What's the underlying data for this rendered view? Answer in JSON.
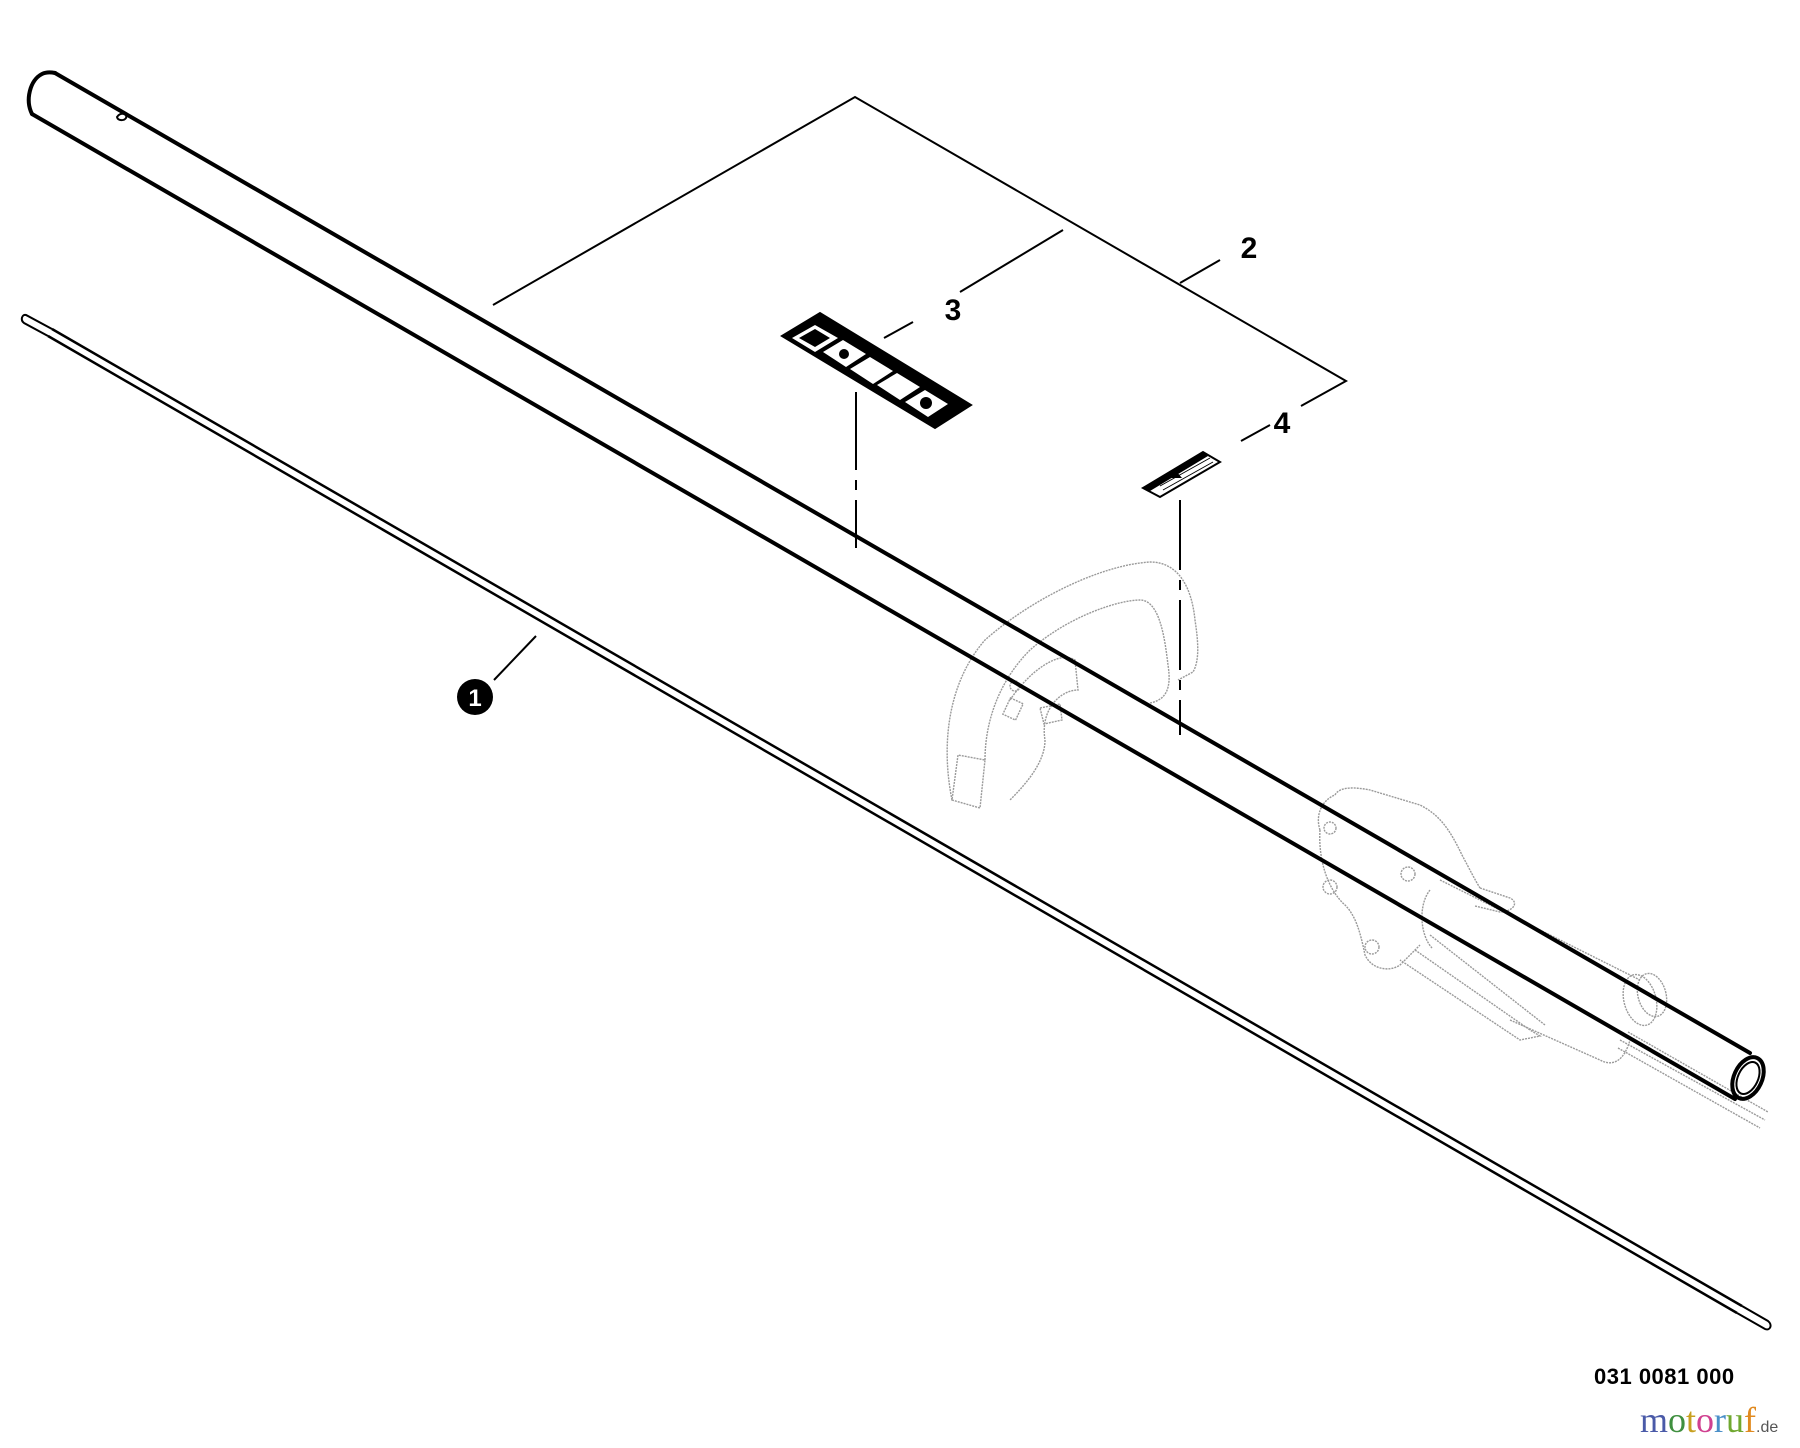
{
  "diagram": {
    "title": "Shaft tube assembly exploded parts view",
    "callouts": [
      {
        "id": "1",
        "label": "1",
        "style": "circled",
        "part": "drive-shaft"
      },
      {
        "id": "2",
        "label": "2",
        "style": "plain",
        "part": "tube-assembly"
      },
      {
        "id": "3",
        "label": "3",
        "style": "plain",
        "part": "safety-decal-pictograms"
      },
      {
        "id": "4",
        "label": "4",
        "style": "plain",
        "part": "warning-decal"
      }
    ],
    "ghosted_components": [
      "loop-handle",
      "throttle-housing",
      "throttle-trigger",
      "flex-cable"
    ]
  },
  "footer": {
    "part_number": "031 0081 000"
  },
  "watermark": {
    "letters": [
      {
        "ch": "m",
        "color": "#4a5aa8"
      },
      {
        "ch": "o",
        "color": "#3f8f3f"
      },
      {
        "ch": "t",
        "color": "#c8a020"
      },
      {
        "ch": "o",
        "color": "#d04090"
      },
      {
        "ch": "r",
        "color": "#4a8fc8"
      },
      {
        "ch": "u",
        "color": "#70a830"
      },
      {
        "ch": "f",
        "color": "#e08a20"
      }
    ],
    "suffix": ".de"
  }
}
